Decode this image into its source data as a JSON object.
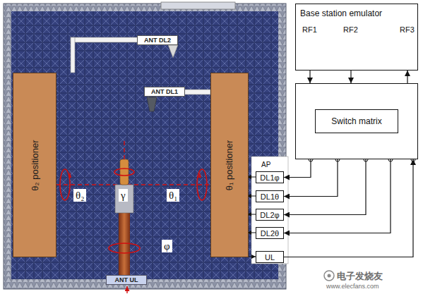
{
  "diagram": {
    "nodes": [
      {
        "text": [
          "ANT DL2"
        ]
      },
      {
        "text": [
          "ANT DL1"
        ]
      },
      {
        "text": [
          "θ₂ positioner"
        ]
      },
      {
        "text": [
          "θ₁ positioner"
        ]
      },
      {
        "text": [
          "ANT UL"
        ]
      },
      {
        "text": [
          "Base station emulator"
        ]
      },
      {
        "text": [
          "Switch matrix"
        ]
      },
      {
        "text": [
          "DL1φ"
        ]
      },
      {
        "text": [
          "DL1θ"
        ]
      },
      {
        "text": [
          "DL2φ"
        ]
      },
      {
        "text": [
          "DL2θ"
        ]
      },
      {
        "text": [
          "UL"
        ]
      }
    ],
    "edges": [
      {
        "from": 5,
        "to": 6,
        "arrow": "to"
      },
      {
        "from": 5,
        "to": 6,
        "arrow": "to"
      },
      {
        "from": 6,
        "to": 5,
        "arrow": "to"
      },
      {
        "from": 6,
        "to": 7,
        "arrow": "to"
      },
      {
        "from": 6,
        "to": 8,
        "arrow": "to"
      },
      {
        "from": 6,
        "to": 9,
        "arrow": "to"
      },
      {
        "from": 6,
        "to": 10,
        "arrow": "to"
      },
      {
        "from": 11,
        "to": 6,
        "arrow": "to"
      }
    ],
    "labels": [
      "RF1",
      "RF2",
      "RF3",
      "AP",
      "θ₂",
      "γ",
      "θ₁",
      "φ",
      "电子发烧友",
      "www.elecfans.com"
    ]
  }
}
